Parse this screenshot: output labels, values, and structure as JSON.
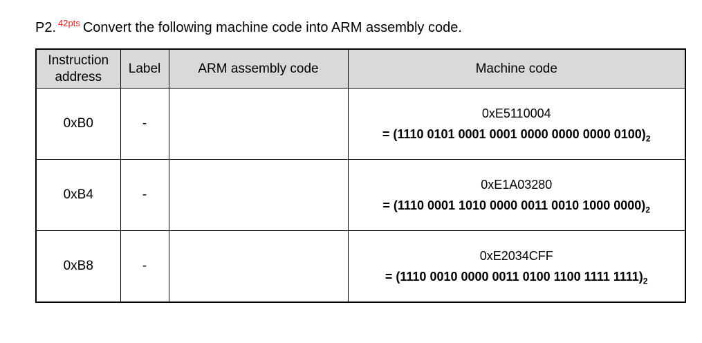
{
  "title": {
    "number": "P2.",
    "points": "42pts",
    "text": "Convert the following machine code into ARM assembly code."
  },
  "table": {
    "headers": [
      "Instruction address",
      "Label",
      "ARM assembly code",
      "Machine code"
    ],
    "rows": [
      {
        "address": "0xB0",
        "label": "-",
        "assembly": "",
        "machine_hex": "0xE5110004",
        "machine_binary": "= (1110 0101 0001 0001 0000 0000 0000 0100)",
        "binary_base_subscript": "2"
      },
      {
        "address": "0xB4",
        "label": "-",
        "assembly": "",
        "machine_hex": "0xE1A03280",
        "machine_binary": "= (1110 0001 1010 0000 0011 0010 1000 0000)",
        "binary_base_subscript": "2"
      },
      {
        "address": "0xB8",
        "label": "-",
        "assembly": "",
        "machine_hex": "0xE2034CFF",
        "machine_binary": "= (1110 0010 0000 0011 0100 1100 1111 1111)",
        "binary_base_subscript": "2"
      }
    ]
  },
  "colors": {
    "points_red": "#e81e1e",
    "header_bg": "#d9d9d9",
    "border": "#000000",
    "text": "#000000"
  }
}
